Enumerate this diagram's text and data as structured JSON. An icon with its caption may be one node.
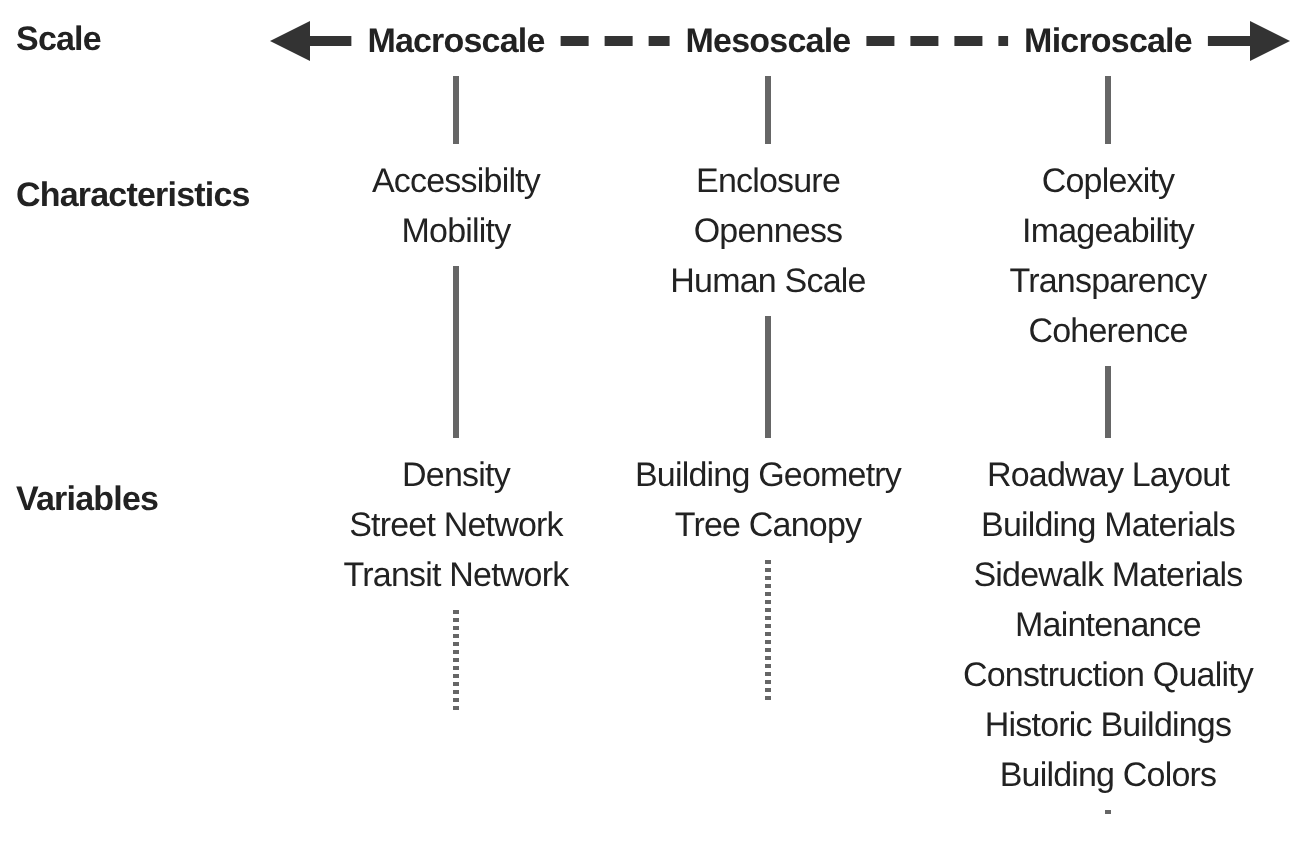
{
  "diagram": {
    "nodes": [
      {
        "text": [
          "Macroscale"
        ]
      },
      {
        "text": [
          "Mesoscale"
        ]
      },
      {
        "text": [
          "Microscale"
        ]
      },
      {
        "text": [
          "Accessibilty",
          "Mobility"
        ]
      },
      {
        "text": [
          "Enclosure",
          "Openness",
          "Human Scale"
        ]
      },
      {
        "text": [
          "Coplexity",
          "Imageability",
          "Transparency",
          "Coherence"
        ]
      },
      {
        "text": [
          "Density",
          "Street Network",
          "Transit Network"
        ]
      },
      {
        "text": [
          "Building Geometry",
          "Tree Canopy"
        ]
      },
      {
        "text": [
          "Roadway Layout",
          "Building Materials",
          "Sidewalk Materials",
          "Maintenance",
          "Construction Quality",
          "Historic Buildings",
          "Building Colors"
        ]
      }
    ],
    "edges": [
      {
        "from": 0,
        "to": null,
        "arrow": "to",
        "color": "#333333"
      },
      {
        "from": 0,
        "to": 1,
        "arrow": "none",
        "style": "dashed",
        "color": "#333333"
      },
      {
        "from": 1,
        "to": 2,
        "arrow": "none",
        "style": "dashed",
        "color": "#333333"
      },
      {
        "from": 2,
        "to": null,
        "arrow": "to",
        "color": "#333333"
      },
      {
        "from": 0,
        "to": 3,
        "arrow": "none"
      },
      {
        "from": 3,
        "to": 6,
        "arrow": "none"
      },
      {
        "from": 1,
        "to": 4,
        "arrow": "none"
      },
      {
        "from": 4,
        "to": 7,
        "arrow": "none"
      },
      {
        "from": 2,
        "to": 5,
        "arrow": "none"
      },
      {
        "from": 5,
        "to": 8,
        "arrow": "none"
      },
      {
        "from": 6,
        "to": null,
        "arrow": "none",
        "style": "dashed"
      },
      {
        "from": 7,
        "to": null,
        "arrow": "none",
        "style": "dashed"
      },
      {
        "from": 8,
        "to": null,
        "arrow": "none",
        "style": "dashed"
      }
    ],
    "labels": [
      "Scale",
      "Characteristics",
      "Variables"
    ]
  }
}
